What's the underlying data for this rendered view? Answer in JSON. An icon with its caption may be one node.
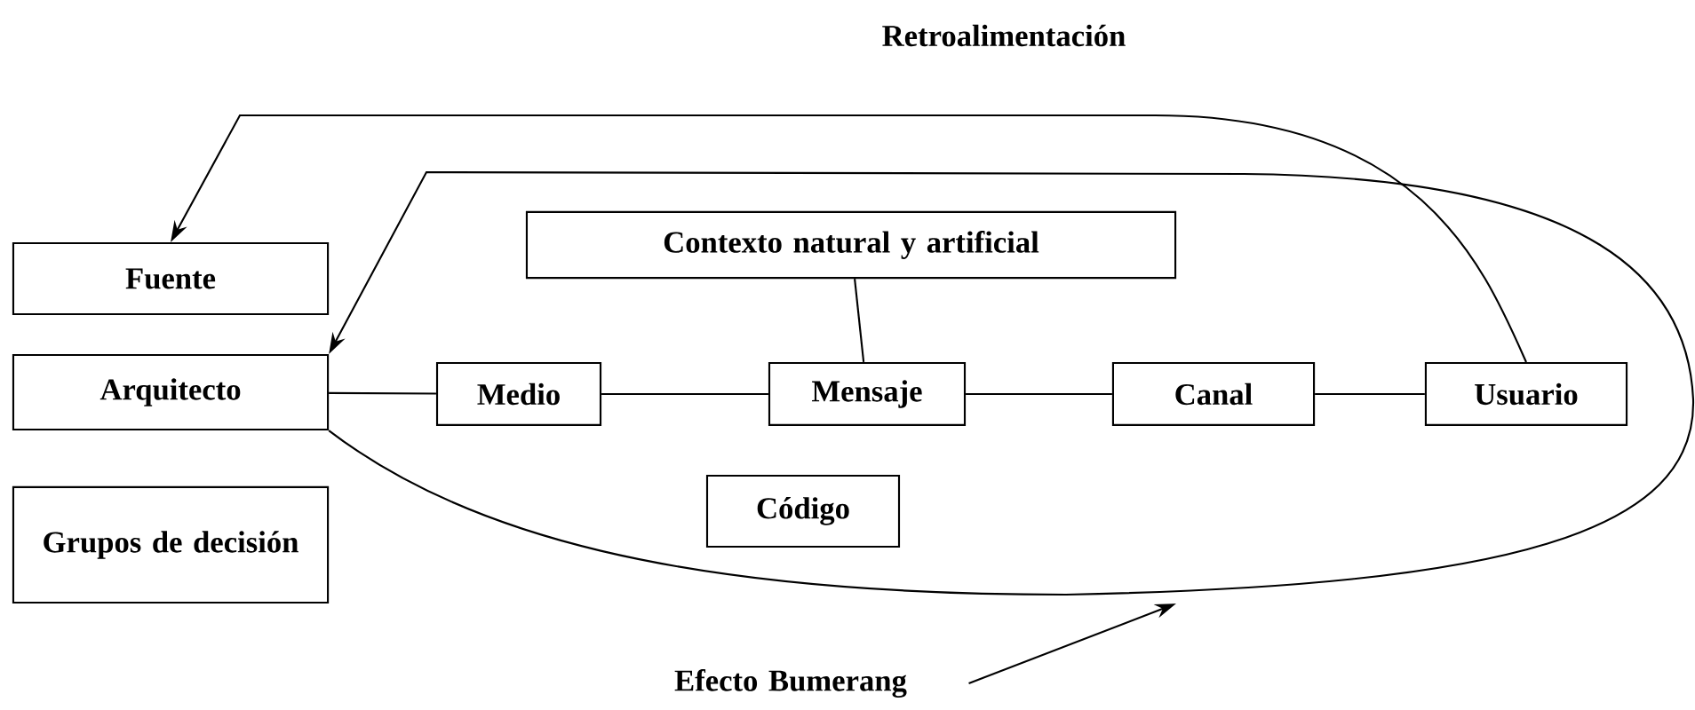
{
  "diagram": {
    "nodes": [
      {
        "text": [
          "Fuente"
        ]
      },
      {
        "text": [
          "Contexto natural y artificial"
        ]
      },
      {
        "text": [
          "Arquitecto"
        ]
      },
      {
        "text": [
          "Medio"
        ]
      },
      {
        "text": [
          "Mensaje"
        ]
      },
      {
        "text": [
          "Canal"
        ]
      },
      {
        "text": [
          "Usuario"
        ]
      },
      {
        "text": [
          "Grupos de decisión"
        ]
      },
      {
        "text": [
          "Código"
        ]
      },
      {
        "text": [
          "Efecto Bumerang"
        ]
      }
    ],
    "edges": [
      {
        "from": 2,
        "to": 3,
        "arrow": "none"
      },
      {
        "from": 3,
        "to": 4,
        "arrow": "none"
      },
      {
        "from": 4,
        "to": 5,
        "arrow": "none"
      },
      {
        "from": 5,
        "to": 6,
        "arrow": "none"
      },
      {
        "from": 1,
        "to": 4,
        "arrow": "none"
      },
      {
        "from": 6,
        "to": 0,
        "arrow": "to",
        "label": "Retroalimentación"
      },
      {
        "from": 2,
        "to": 2,
        "arrow": "to"
      },
      {
        "from": 9,
        "to": null,
        "arrow": "to"
      }
    ]
  }
}
